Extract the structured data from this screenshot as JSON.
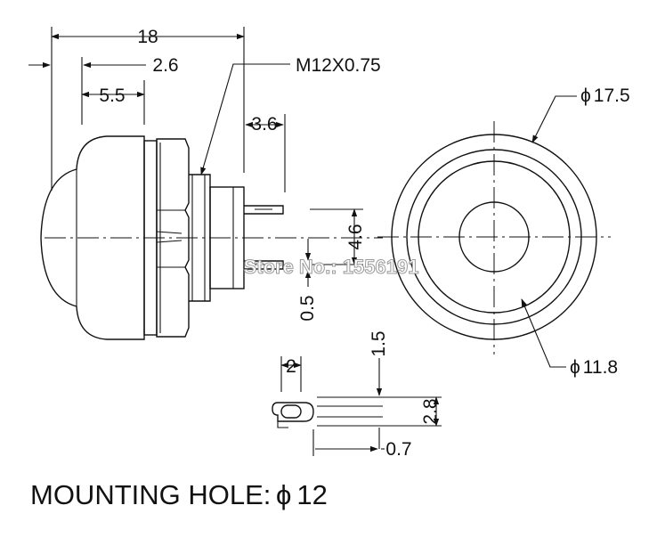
{
  "side_view": {
    "dim_overall_length": "18",
    "dim_cap_offset": "2.6",
    "dim_cap_depth": "5.5",
    "dim_terminal_length": "3.6",
    "thread_spec": "M12X0.75",
    "dim_terminal_pitch": "4.6",
    "dim_terminal_thickness": "0.5"
  },
  "front_view": {
    "dim_outer_diameter": "17.5",
    "dim_inner_diameter": "11.8"
  },
  "terminal_detail": {
    "dim_slot_width": "2",
    "dim_hole": "1.5",
    "dim_terminal_width": "2.8",
    "dim_terminal_thickness": "0.7"
  },
  "watermark": "Store No.: 1556191",
  "footer": {
    "label": "MOUNTING HOLE:",
    "value": "12"
  },
  "symbols": {
    "diameter_glyph": "ϕ"
  }
}
